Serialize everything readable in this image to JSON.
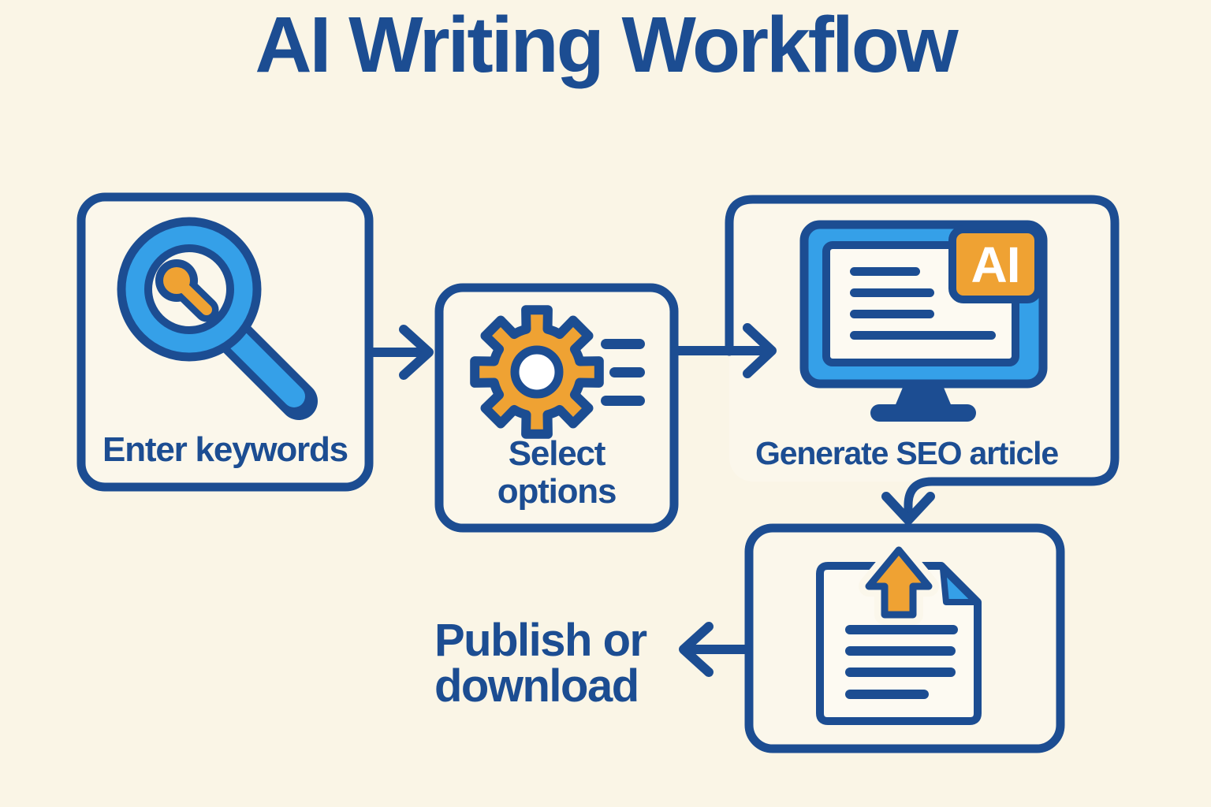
{
  "title": "AI Writing Workflow",
  "steps": [
    {
      "label": "Enter keywords",
      "icon": "magnifying-glass-keyword-icon"
    },
    {
      "label": "Select options",
      "icon": "gear-options-icon"
    },
    {
      "label": "Generate SEO article",
      "icon": "monitor-ai-article-icon",
      "badge": "AI"
    },
    {
      "label": "Publish or download",
      "icon": "document-upload-icon"
    }
  ],
  "connections": [
    {
      "from": "Enter keywords",
      "to": "Select options",
      "direction": "right"
    },
    {
      "from": "Select options",
      "to": "Generate SEO article",
      "direction": "right"
    },
    {
      "from": "Generate SEO article",
      "to": "Publish or download",
      "direction": "down"
    },
    {
      "from": "Publish or download box",
      "to": "Publish or download label",
      "direction": "left"
    }
  ],
  "colors": {
    "background": "#FAF5E6",
    "box_fill": "#FBF7EB",
    "ink_blue": "#1C4D92",
    "bright_blue": "#35A0E8",
    "orange": "#EFA233",
    "paper_white": "#FDFAF2"
  }
}
